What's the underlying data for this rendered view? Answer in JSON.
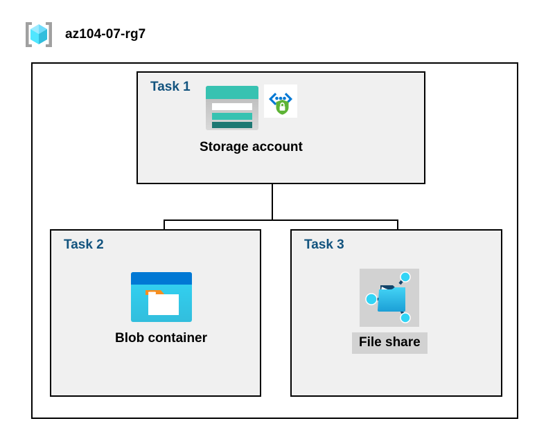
{
  "diagram": {
    "title": "az104-07-rg7",
    "resource_group_icon": "resource-group-cube-icon",
    "container_label": "resource-group-boundary"
  },
  "tasks": [
    {
      "id": "task1",
      "label": "Task 1",
      "node": {
        "caption": "Storage account",
        "icons": [
          "storage-account-icon",
          "storage-security-shield-icon"
        ],
        "highlighted": false
      }
    },
    {
      "id": "task2",
      "label": "Task 2",
      "node": {
        "caption": "Blob container",
        "icons": [
          "blob-container-icon"
        ],
        "highlighted": false
      }
    },
    {
      "id": "task3",
      "label": "Task 3",
      "node": {
        "caption": "File share",
        "icons": [
          "file-share-icon"
        ],
        "highlighted": true
      }
    }
  ],
  "connections": [
    {
      "from": "Storage account",
      "to": "Blob container"
    },
    {
      "from": "Storage account",
      "to": "File share"
    }
  ],
  "colors": {
    "task_label": "#12537e",
    "caption": "#000000",
    "task_box_fill": "#f0f0f0",
    "border": "#000000",
    "page_background": "#ffffff",
    "highlight": "#d2d2d2",
    "storage_teal": "#37c2b1",
    "storage_teal_dark": "#1d7873",
    "blob_blue": "#0078d4",
    "blob_cyan": "#32bedd",
    "folder_orange": "#f78d1e",
    "shield_green": "#5db335",
    "bracket_blue": "#0078d4",
    "cube_cyan": "#50e6ff",
    "bracket_gray": "#a0a0a0"
  }
}
